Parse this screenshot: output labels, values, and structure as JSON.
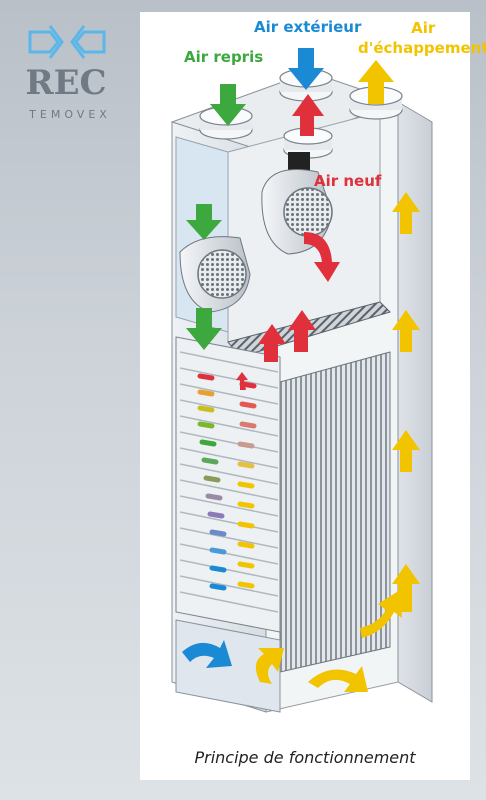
{
  "brand": {
    "name": "REC",
    "subname": "TEMOVEX"
  },
  "labels": {
    "outdoor_air": "Air extérieur",
    "exhaust_air": "Air\nd'échappement",
    "extract_air": "Air repris",
    "supply_air": "Air neuf"
  },
  "caption": "Principe de fonctionnement",
  "colors": {
    "outdoor_air": "#1a8ad4",
    "exhaust_air": "#f2c400",
    "extract_air": "#3da83d",
    "supply_air": "#e0303c",
    "logo": "#707a84",
    "logo_accent": "#5bb7e8"
  }
}
